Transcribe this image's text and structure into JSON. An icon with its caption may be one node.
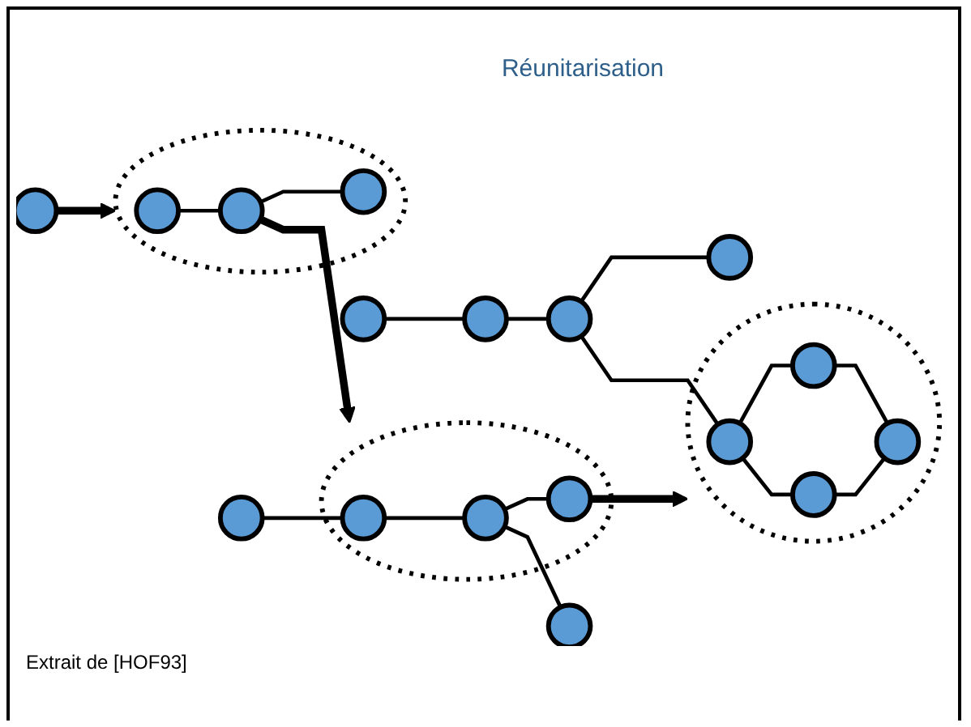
{
  "diagram": {
    "title": "Réunitarisation",
    "nodes": [
      {
        "text": [],
        "shape": "circle"
      },
      {
        "text": [],
        "shape": "ellipse"
      },
      {
        "text": [],
        "shape": "circle",
        "in": 1
      },
      {
        "text": [],
        "shape": "circle",
        "in": 1
      },
      {
        "text": [],
        "shape": "circle",
        "in": 1
      },
      {
        "text": [],
        "shape": "circle"
      },
      {
        "text": [],
        "shape": "ellipse"
      },
      {
        "text": [],
        "shape": "circle",
        "in": 6
      },
      {
        "text": [],
        "shape": "circle",
        "in": 6
      },
      {
        "text": [],
        "shape": "circle",
        "in": 6
      },
      {
        "text": [],
        "shape": "circle"
      },
      {
        "text": [],
        "shape": "circle"
      },
      {
        "text": [],
        "shape": "circle"
      },
      {
        "text": [],
        "shape": "circle"
      },
      {
        "text": [],
        "shape": "circle"
      },
      {
        "text": [],
        "shape": "ellipse"
      },
      {
        "text": [],
        "shape": "circle",
        "in": 15
      },
      {
        "text": [],
        "shape": "circle",
        "in": 15
      },
      {
        "text": [],
        "shape": "circle",
        "in": 15
      },
      {
        "text": [],
        "shape": "circle",
        "in": 15
      }
    ],
    "edges": [
      {
        "from": 0,
        "to": 1,
        "arrow": "to",
        "style": "thick"
      },
      {
        "from": 2,
        "to": 3,
        "arrow": "none"
      },
      {
        "from": 3,
        "to": 4,
        "arrow": "none"
      },
      {
        "from": 3,
        "to": 6,
        "arrow": "to",
        "style": "thick"
      },
      {
        "from": 5,
        "to": 7,
        "arrow": "none"
      },
      {
        "from": 7,
        "to": 8,
        "arrow": "none"
      },
      {
        "from": 8,
        "to": 9,
        "arrow": "none"
      },
      {
        "from": 8,
        "to": 10,
        "arrow": "none"
      },
      {
        "from": 9,
        "to": 15,
        "arrow": "to",
        "style": "thick"
      },
      {
        "from": 11,
        "to": 12,
        "arrow": "none"
      },
      {
        "from": 12,
        "to": 13,
        "arrow": "none"
      },
      {
        "from": 13,
        "to": 14,
        "arrow": "none"
      },
      {
        "from": 13,
        "to": 16,
        "arrow": "none"
      },
      {
        "from": 16,
        "to": 17,
        "arrow": "none"
      },
      {
        "from": 16,
        "to": 18,
        "arrow": "none"
      },
      {
        "from": 17,
        "to": 19,
        "arrow": "none"
      },
      {
        "from": 18,
        "to": 19,
        "arrow": "none"
      }
    ],
    "labels": [
      "Extrait de [HOF93]"
    ]
  }
}
